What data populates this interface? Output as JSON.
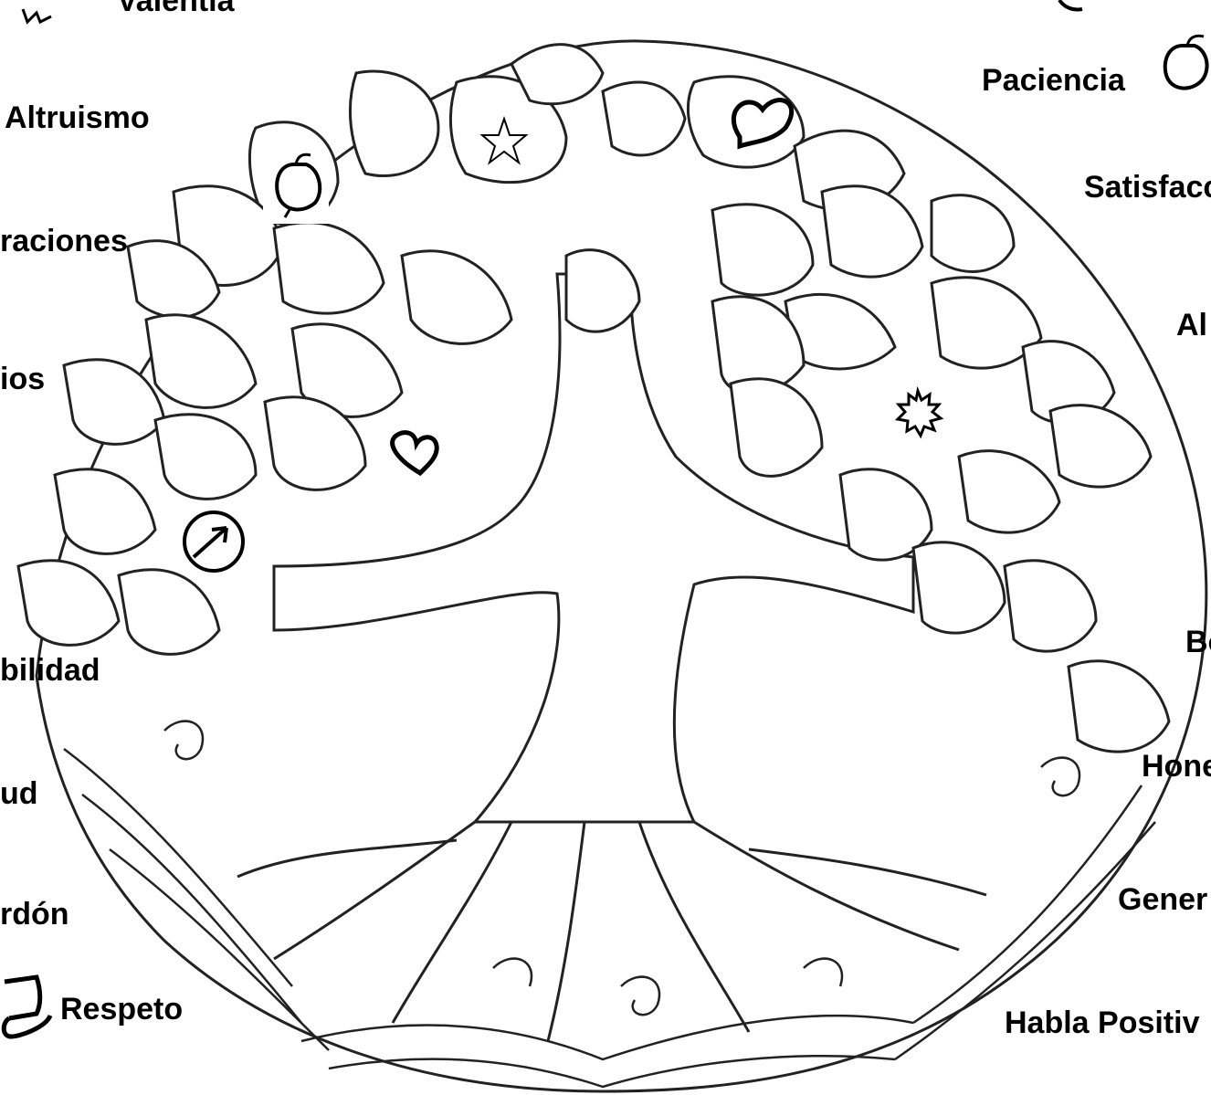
{
  "labels": {
    "valentia": "Valentía",
    "altruismo": "Altruismo",
    "aspiraciones": "raciones",
    "principios": "ios",
    "sensibilidad": "bilidad",
    "gratitud": "ud",
    "perdon": "rdón",
    "respeto": "Respeto",
    "paciencia": "Paciencia",
    "satisfaccion": "Satisfacc",
    "alegria": "Al",
    "bondad": "Bo",
    "honestidad": "Hone",
    "generosidad": "Gener",
    "habla_positiva": "Habla Positiv"
  },
  "icons": {
    "apple_top": "apple-icon",
    "star": "star-icon",
    "heart_top": "heart-icon",
    "heart_mid": "heart-icon",
    "arrow_circle": "arrow-circle-icon",
    "sun": "sun-burst-icon",
    "apple_corner": "apple-icon",
    "scroll": "scroll-icon"
  },
  "colors": {
    "line": "#222222",
    "background": "#ffffff"
  }
}
